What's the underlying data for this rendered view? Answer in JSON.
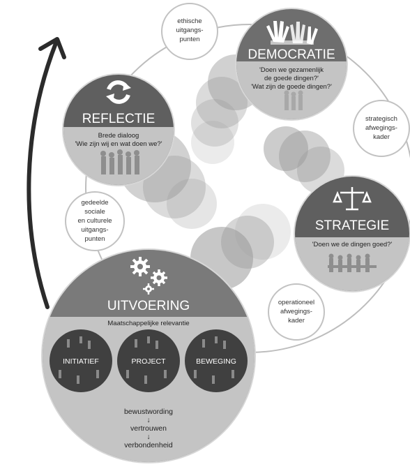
{
  "topics": {
    "democratie": {
      "title": "DEMOCRATIE",
      "line1": "'Doen we gezamenlijk",
      "line2": "de goede dingen?'",
      "line3": "'Wat zijn de goede dingen?'"
    },
    "reflectie": {
      "title": "REFLECTIE",
      "line1": "Brede dialoog",
      "line2": "'Wie zijn wij en wat doen we?'"
    },
    "strategie": {
      "title": "STRATEGIE",
      "line1": "'Doen we de dingen goed?'"
    },
    "uitvoering": {
      "title": "UITVOERING",
      "band": "Maatschappelijke relevantie",
      "nodes": [
        "INITIATIEF",
        "PROJECT",
        "BEWEGING"
      ],
      "steps": [
        "bewustwording",
        "vertrouwen",
        "verbondenheid"
      ],
      "arrow_glyph": "↓"
    }
  },
  "connectors": {
    "ethische": [
      "ethische",
      "uitgangs-",
      "punten"
    ],
    "strategisch": [
      "strategisch",
      "afwegings-",
      "kader"
    ],
    "gedeelde": [
      "gedeelde",
      "sociale",
      "en culturele",
      "uitgangs-",
      "punten"
    ],
    "operationeel": [
      "operationeel",
      "afwegings-",
      "kader"
    ]
  },
  "colors": {
    "dark_circle": "#5f5f5f",
    "panel": "#c4c4c4",
    "uitvoering_outer": "#7a7a7a",
    "node_dark": "#404040",
    "ring": "#bbbbbb",
    "arrow": "#2b2b2b"
  },
  "icons": {
    "democratie": "raised-hands-icon",
    "reflectie": "refresh-arrows-icon",
    "strategie": "balance-scale-icon",
    "uitvoering": "gears-icon"
  }
}
